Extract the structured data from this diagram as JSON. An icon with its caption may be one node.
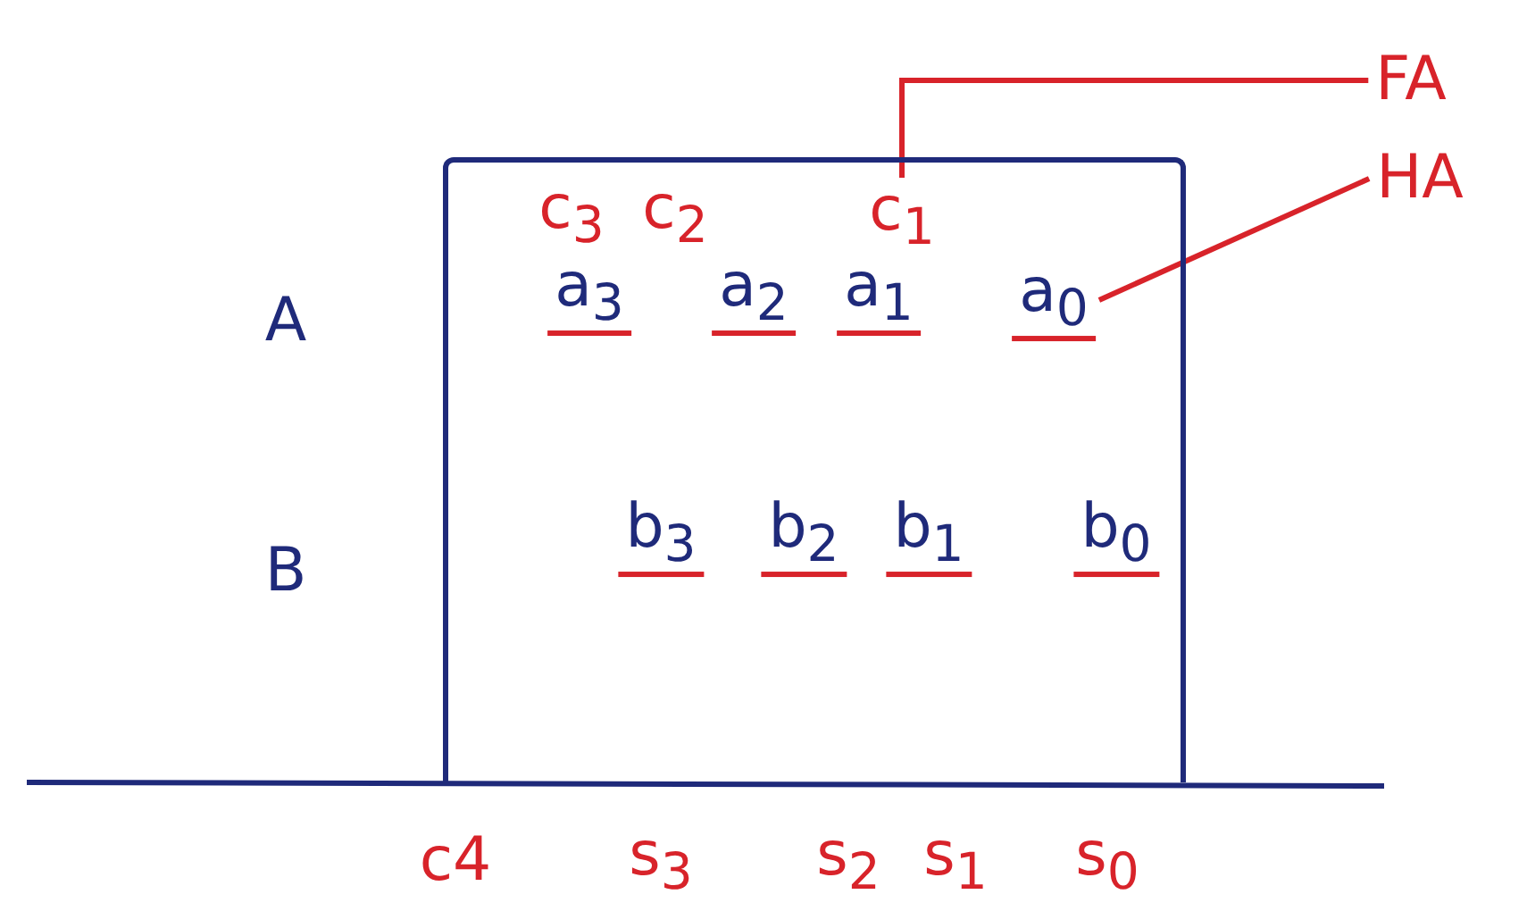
{
  "diagram": {
    "nodes": [
      {
        "text": [
          "FA"
        ]
      },
      {
        "text": [
          "HA"
        ]
      },
      {
        "text": [],
        "shape": "box"
      },
      {
        "text": [
          "c$_{1}$"
        ],
        "in": 2
      },
      {
        "text": [
          "a$_{0}$"
        ],
        "in": 2
      }
    ],
    "edges": [
      {
        "from": 0,
        "to": 3,
        "arrow": "none"
      },
      {
        "from": 1,
        "to": 4,
        "arrow": "none"
      }
    ],
    "labels": [
      "A",
      "c$_{3}$",
      "c$_{2}$",
      "a$_{3}$",
      "a$_{2}$",
      "a$_{1}$",
      "B",
      "b$_{3}$",
      "b$_{2}$",
      "b$_{1}$",
      "b$_{0}$",
      "c4",
      "s$_{3}$",
      "s$_{2}$",
      "s$_{1}$",
      "s$_{0}$"
    ]
  }
}
